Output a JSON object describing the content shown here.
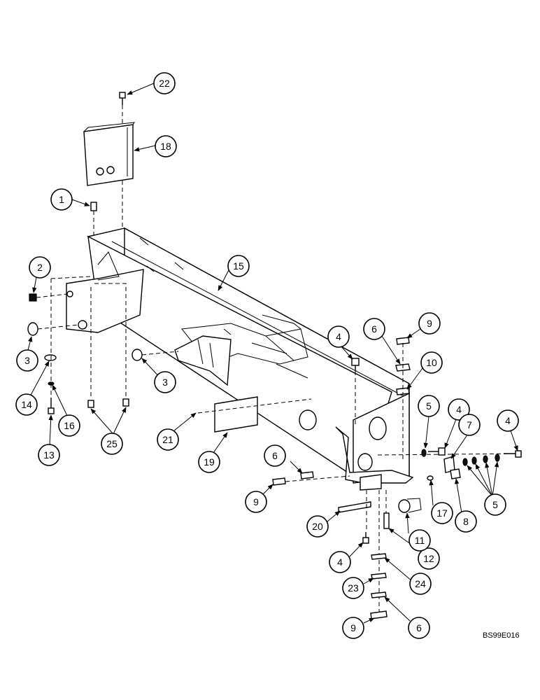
{
  "drawing_code": "BS99E016",
  "callouts": [
    "22",
    "18",
    "1",
    "15",
    "2",
    "3",
    "14",
    "16",
    "13",
    "25",
    "3",
    "21",
    "19",
    "4",
    "6",
    "9",
    "10",
    "5",
    "4",
    "4",
    "7",
    "6",
    "9",
    "20",
    "4",
    "12",
    "11",
    "17",
    "8",
    "5",
    "24",
    "23",
    "9",
    "6"
  ]
}
